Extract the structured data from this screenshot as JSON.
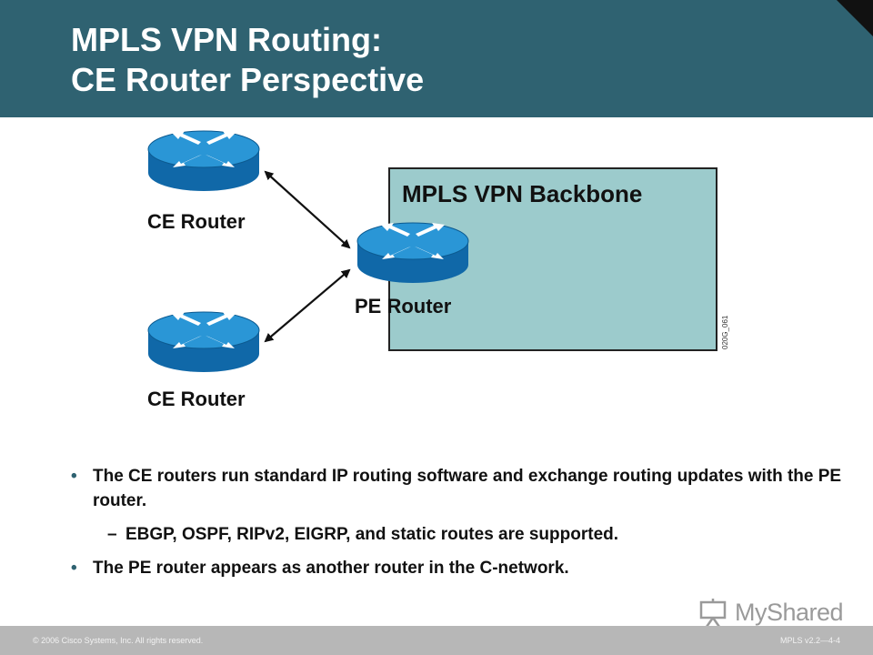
{
  "slide": {
    "title_line1": "MPLS VPN Routing:",
    "title_line2": "CE Router Perspective"
  },
  "diagram": {
    "backbone_label": "MPLS VPN Backbone",
    "figure_id": "020G_061",
    "routers": {
      "ce_top": "CE Router",
      "ce_bottom": "CE Router",
      "pe": "PE Router"
    }
  },
  "bullets": {
    "b1": "The CE routers run standard IP routing software and exchange routing updates with the PE router.",
    "b1_sub": "EBGP, OSPF, RIPv2, EIGRP, and static routes are supported.",
    "b2": "The PE router appears as another router in the C-network."
  },
  "footer": {
    "copyright": "© 2006 Cisco Systems, Inc. All rights reserved.",
    "course_code": "MPLS v2.2—4-4"
  },
  "watermark": {
    "text": "MyShared"
  },
  "colors": {
    "header": "#2f6271",
    "backbone_fill": "#9ccbcc",
    "router_blue": "#1e88c8"
  }
}
